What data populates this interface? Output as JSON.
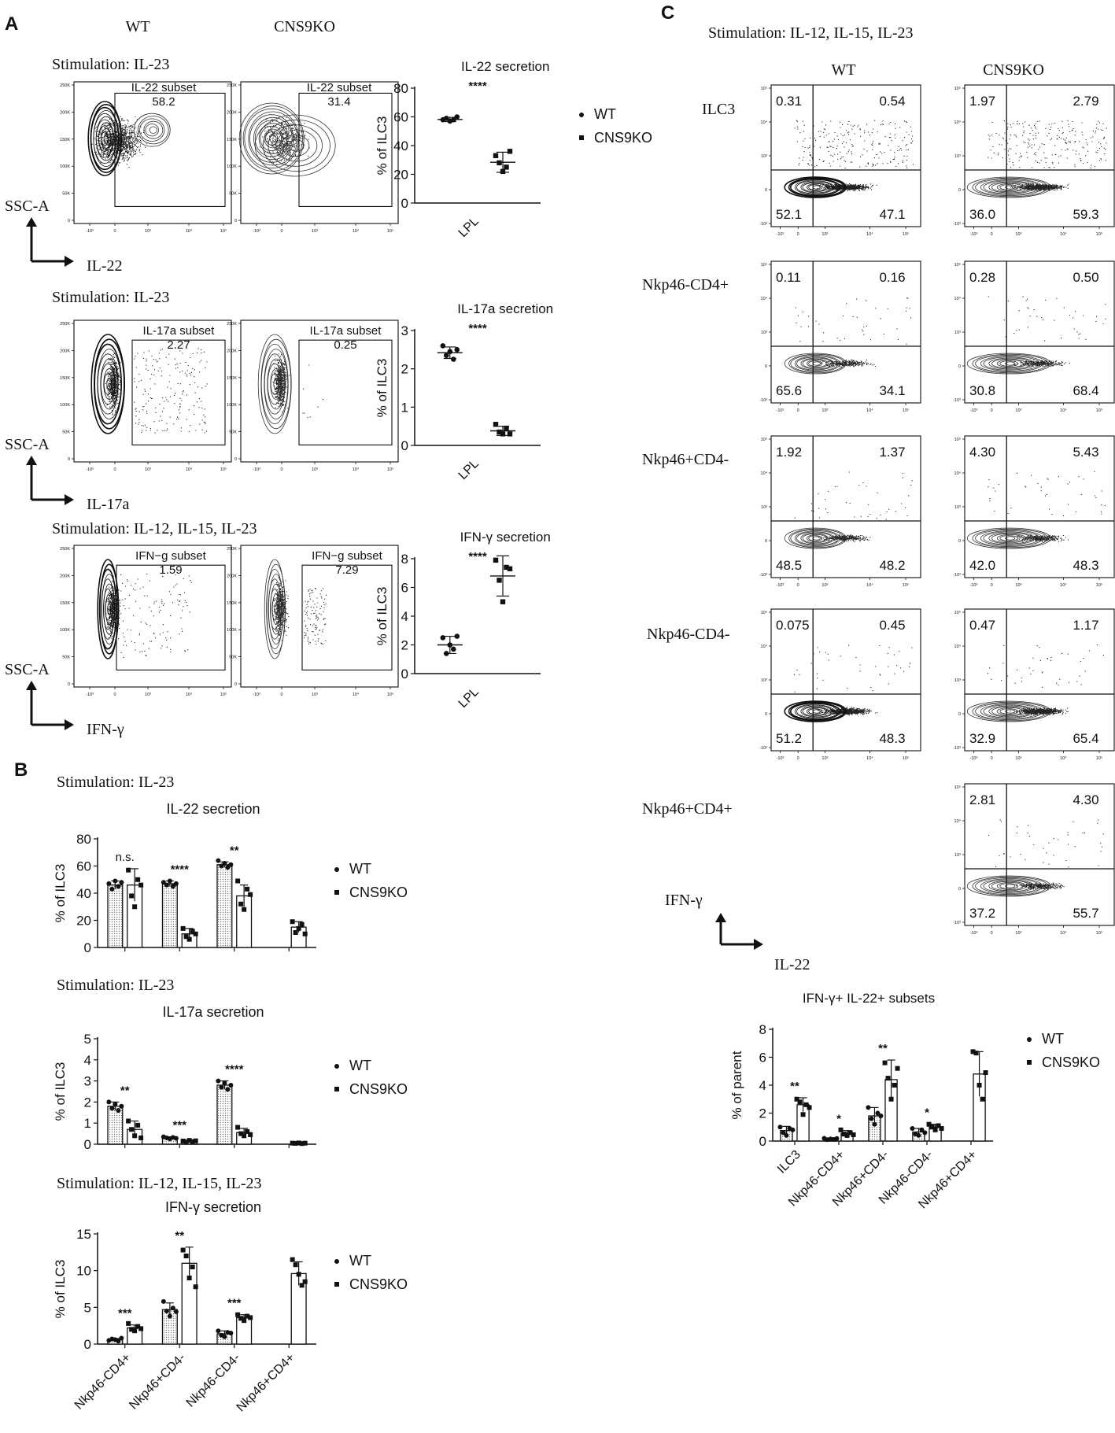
{
  "panels": {
    "A": {
      "label": "A",
      "col_headers": [
        "WT",
        "CNS9KO"
      ],
      "rows": [
        {
          "stimulation": "Stimulation: IL-23",
          "xaxis": "IL-22",
          "yaxis": "SSC-A",
          "gates": [
            {
              "name": "IL-22 subset",
              "value": "58.2"
            },
            {
              "name": "IL-22 subset",
              "value": "31.4"
            }
          ],
          "chart": {
            "title": "IL-22 secretion",
            "ylabel": "% of ILC3",
            "xlabel": "LPL",
            "ylim": [
              0,
              80
            ],
            "yticks": [
              "0",
              "20",
              "40",
              "60",
              "80"
            ],
            "sig": "****",
            "wt": [
              58,
              59,
              57,
              58,
              60
            ],
            "ko": [
              33,
              28,
              22,
              25,
              36
            ],
            "wt_mean": 58.2,
            "ko_mean": 28.4,
            "wt_sd": 1.5,
            "ko_sd": 7
          }
        },
        {
          "stimulation": "Stimulation: IL-23",
          "xaxis": "IL-17a",
          "yaxis": "SSC-A",
          "gates": [
            {
              "name": "IL-17a subset",
              "value": "2.27"
            },
            {
              "name": "IL-17a subset",
              "value": "0.25"
            }
          ],
          "chart": {
            "title": "IL-17a secretion",
            "ylabel": "% of ILC3",
            "xlabel": "LPL",
            "ylim": [
              0,
              3
            ],
            "yticks": [
              "0",
              "1",
              "2",
              "3"
            ],
            "sig": "****",
            "wt": [
              2.6,
              2.35,
              2.45,
              2.25,
              2.5
            ],
            "ko": [
              0.55,
              0.35,
              0.3,
              0.45,
              0.3
            ],
            "wt_mean": 2.42,
            "ko_mean": 0.38,
            "wt_sd": 0.15,
            "ko_sd": 0.12
          }
        },
        {
          "stimulation": "Stimulation: IL-12, IL-15, IL-23",
          "xaxis": "IFN-γ",
          "yaxis": "SSC-A",
          "gates": [
            {
              "name": "IFN−g subset",
              "value": "1.59"
            },
            {
              "name": "IFN−g subset",
              "value": "7.29"
            }
          ],
          "chart": {
            "title": "IFN-γ secretion",
            "ylabel": "% of ILC3",
            "xlabel": "LPL",
            "ylim": [
              0,
              8
            ],
            "yticks": [
              "0",
              "2",
              "4",
              "6",
              "8"
            ],
            "sig": "****",
            "wt": [
              2.5,
              1.4,
              2.0,
              1.7,
              2.6
            ],
            "ko": [
              7.9,
              6.5,
              5.0,
              7.4,
              7.3
            ],
            "wt_mean": 2.0,
            "ko_mean": 6.8,
            "wt_sd": 0.6,
            "ko_sd": 1.4
          }
        }
      ],
      "legend": [
        "WT",
        "CNS9KO"
      ]
    },
    "B": {
      "label": "B",
      "legend": [
        "WT",
        "CNS9KO"
      ],
      "xcategories": [
        "Nkp46-CD4+",
        "Nkp46+CD4-",
        "Nkp46-CD4-",
        "Nkp46+CD4+"
      ],
      "charts": [
        {
          "stimulation": "Stimulation: IL-23",
          "title": "IL-22 secretion",
          "ylabel": "% of ILC3",
          "ylim": [
            0,
            80
          ],
          "yticks": [
            "0",
            "20",
            "40",
            "60",
            "80"
          ],
          "sig": [
            "n.s.",
            "****",
            "**",
            ""
          ],
          "groups": [
            {
              "wt": 46,
              "ko": 46,
              "wt_pts": [
                47,
                43,
                49,
                45,
                48
              ],
              "ko_pts": [
                57,
                38,
                30,
                50,
                46
              ],
              "wt_err": 3,
              "ko_err": 12
            },
            {
              "wt": 47,
              "ko": 10,
              "wt_pts": [
                48,
                46,
                49,
                45,
                47
              ],
              "ko_pts": [
                14,
                8,
                6,
                12,
                10
              ],
              "wt_err": 2,
              "ko_err": 4
            },
            {
              "wt": 61,
              "ko": 38,
              "wt_pts": [
                64,
                60,
                62,
                59,
                61
              ],
              "ko_pts": [
                49,
                32,
                28,
                43,
                39
              ],
              "wt_err": 2,
              "ko_err": 8
            },
            {
              "wt": null,
              "ko": 15,
              "wt_pts": [],
              "ko_pts": [
                19,
                11,
                14,
                17,
                10
              ],
              "wt_err": 0,
              "ko_err": 4
            }
          ]
        },
        {
          "stimulation": "Stimulation: IL-23",
          "title": "IL-17a secretion",
          "ylabel": "% of ILC3",
          "ylim": [
            0,
            5
          ],
          "yticks": [
            "0",
            "1",
            "2",
            "3",
            "4",
            "5"
          ],
          "sig": [
            "**",
            "***",
            "****",
            ""
          ],
          "groups": [
            {
              "wt": 1.8,
              "ko": 0.7,
              "wt_pts": [
                2.0,
                1.7,
                1.9,
                1.6,
                1.8
              ],
              "ko_pts": [
                1.1,
                0.7,
                0.4,
                0.9,
                0.3
              ],
              "wt_err": 0.2,
              "ko_err": 0.4
            },
            {
              "wt": 0.3,
              "ko": 0.15,
              "wt_pts": [
                0.35,
                0.3,
                0.25,
                0.32,
                0.28
              ],
              "ko_pts": [
                0.15,
                0.1,
                0.18,
                0.12,
                0.16
              ],
              "wt_err": 0.05,
              "ko_err": 0.05
            },
            {
              "wt": 2.8,
              "ko": 0.55,
              "wt_pts": [
                3.0,
                2.7,
                2.9,
                2.6,
                2.8
              ],
              "ko_pts": [
                0.8,
                0.5,
                0.4,
                0.6,
                0.45
              ],
              "wt_err": 0.2,
              "ko_err": 0.2
            },
            {
              "wt": null,
              "ko": 0.05,
              "wt_pts": [],
              "ko_pts": [
                0.05,
                0.04,
                0.06,
                0.03,
                0.05
              ],
              "wt_err": 0,
              "ko_err": 0.02
            }
          ]
        },
        {
          "stimulation": "Stimulation: IL-12, IL-15, IL-23",
          "title": "IFN-γ secretion",
          "ylabel": "% of ILC3",
          "ylim": [
            0,
            15
          ],
          "yticks": [
            "0",
            "5",
            "10",
            "15"
          ],
          "sig": [
            "***",
            "**",
            "***",
            ""
          ],
          "groups": [
            {
              "wt": 0.6,
              "ko": 2.2,
              "wt_pts": [
                0.5,
                0.7,
                0.6,
                0.4,
                0.8
              ],
              "ko_pts": [
                2.8,
                2.0,
                1.8,
                2.4,
                2.1
              ],
              "wt_err": 0.15,
              "ko_err": 0.4
            },
            {
              "wt": 4.7,
              "ko": 11.0,
              "wt_pts": [
                5.8,
                4.5,
                3.8,
                4.9,
                4.4
              ],
              "ko_pts": [
                12.8,
                12.0,
                9.0,
                10.5,
                7.8
              ],
              "wt_err": 0.9,
              "ko_err": 2.2
            },
            {
              "wt": 1.4,
              "ko": 3.6,
              "wt_pts": [
                1.8,
                1.2,
                1.0,
                1.6,
                1.5
              ],
              "ko_pts": [
                4.0,
                3.5,
                3.2,
                3.8,
                3.6
              ],
              "wt_err": 0.4,
              "ko_err": 0.4
            },
            {
              "wt": null,
              "ko": 9.6,
              "wt_pts": [],
              "ko_pts": [
                11.5,
                10.8,
                9.5,
                8.0,
                8.5
              ],
              "wt_err": 0,
              "ko_err": 1.6
            }
          ]
        }
      ]
    },
    "C": {
      "label": "C",
      "stimulation": "Stimulation: IL-12, IL-15, IL-23",
      "col_headers": [
        "WT",
        "CNS9KO"
      ],
      "xaxis": "IL-22",
      "yaxis": "IFN-γ",
      "rows": [
        {
          "label": "ILC3",
          "wt": [
            "0.31",
            "0.54",
            "52.1",
            "47.1"
          ],
          "ko": [
            "1.97",
            "2.79",
            "36.0",
            "59.3"
          ]
        },
        {
          "label": "Nkp46-CD4+",
          "wt": [
            "0.11",
            "0.16",
            "65.6",
            "34.1"
          ],
          "ko": [
            "0.28",
            "0.50",
            "30.8",
            "68.4"
          ]
        },
        {
          "label": "Nkp46+CD4-",
          "wt": [
            "1.92",
            "1.37",
            "48.5",
            "48.2"
          ],
          "ko": [
            "4.30",
            "5.43",
            "42.0",
            "48.3"
          ]
        },
        {
          "label": "Nkp46-CD4-",
          "wt": [
            "0.075",
            "0.45",
            "51.2",
            "48.3"
          ],
          "ko": [
            "0.47",
            "1.17",
            "32.9",
            "65.4"
          ]
        },
        {
          "label": "Nkp46+CD4+",
          "wt": null,
          "ko": [
            "2.81",
            "4.30",
            "37.2",
            "55.7"
          ]
        }
      ],
      "chart": {
        "title": "IFN-γ+ IL-22+ subsets",
        "ylabel": "% of parent",
        "ylim": [
          0,
          8
        ],
        "yticks": [
          "0",
          "2",
          "4",
          "6",
          "8"
        ],
        "categories": [
          "ILC3",
          "Nkp46-CD4+",
          "Nkp46+CD4-",
          "Nkp46-CD4-",
          "Nkp46+CD4+"
        ],
        "sig": [
          "**",
          "*",
          "**",
          "*",
          ""
        ],
        "groups": [
          {
            "wt": 0.75,
            "ko": 2.6,
            "wt_pts": [
              1.0,
              0.6,
              0.4,
              0.9,
              0.8
            ],
            "ko_pts": [
              3.0,
              2.8,
              1.9,
              2.6,
              2.4
            ],
            "wt_err": 0.3,
            "ko_err": 0.5
          },
          {
            "wt": 0.15,
            "ko": 0.55,
            "wt_pts": [
              0.2,
              0.1,
              0.15,
              0.12,
              0.18
            ],
            "ko_pts": [
              0.8,
              0.5,
              0.4,
              0.6,
              0.45
            ],
            "wt_err": 0.05,
            "ko_err": 0.2
          },
          {
            "wt": 1.8,
            "ko": 4.4,
            "wt_pts": [
              2.4,
              1.6,
              1.2,
              2.0,
              1.8
            ],
            "ko_pts": [
              5.6,
              4.5,
              3.0,
              4.0,
              5.2
            ],
            "wt_err": 0.6,
            "ko_err": 1.4
          },
          {
            "wt": 0.65,
            "ko": 1.0,
            "wt_pts": [
              0.9,
              0.5,
              0.4,
              0.8,
              0.6
            ],
            "ko_pts": [
              1.2,
              1.0,
              0.8,
              1.1,
              0.9
            ],
            "wt_err": 0.25,
            "ko_err": 0.2
          },
          {
            "wt": null,
            "ko": 4.8,
            "wt_pts": [],
            "ko_pts": [
              6.4,
              6.3,
              4.0,
              3.0,
              4.9
            ],
            "wt_err": 0,
            "ko_err": 1.6
          }
        ]
      },
      "legend": [
        "WT",
        "CNS9KO"
      ]
    }
  },
  "flow_axis_ticks": {
    "ssc": [
      "250K",
      "200K",
      "150K",
      "100K",
      "50K",
      "0"
    ],
    "x_log": [
      "-10³",
      "0",
      "10³",
      "10⁴",
      "10⁵"
    ],
    "y_log": [
      "10⁵",
      "10⁴",
      "10³",
      "0",
      "-10³"
    ]
  }
}
